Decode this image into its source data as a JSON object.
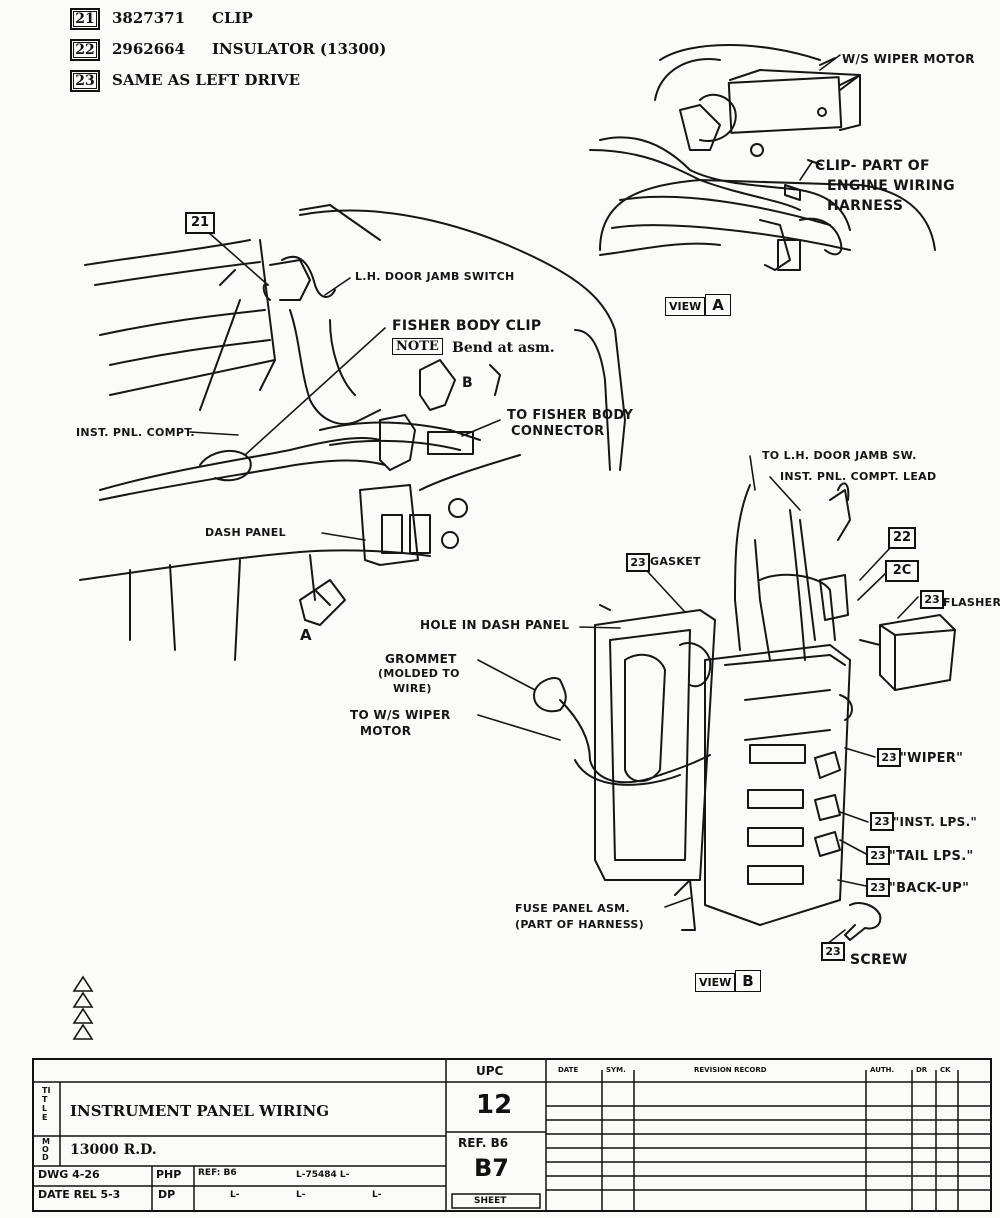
{
  "parts_list": [
    {
      "num": "21",
      "code": "3827371",
      "desc": "CLIP"
    },
    {
      "num": "22",
      "code": "2962664",
      "desc": "INSULATOR (13300)"
    },
    {
      "num": "23",
      "code": "",
      "desc": "SAME AS LEFT DRIVE"
    }
  ],
  "labels": {
    "wiper_motor": "W/S WIPER MOTOR",
    "clip_part_1": "CLIP- PART OF",
    "clip_part_2": "ENGINE WIRING",
    "clip_part_3": "HARNESS",
    "view_a": "VIEW",
    "view_a_letter": "A",
    "callout_21": "21",
    "lh_door_jamb": "L.H. DOOR JAMB SWITCH",
    "fisher_clip": "FISHER BODY CLIP",
    "note_tag": "NOTE",
    "note_text": "Bend at asm.",
    "arrow_b": "B",
    "to_fisher_1": "TO FISHER BODY",
    "to_fisher_2": "CONNECTOR",
    "inst_pnl": "INST. PNL. COMPT.",
    "dash_panel": "DASH PANEL",
    "arrow_a": "A",
    "to_lh_door": "TO L.H. DOOR JAMB SW.",
    "inst_pnl_lead": "INST. PNL. COMPT. LEAD",
    "callout_22": "22",
    "callout_2c": "2C",
    "callout_23_gasket": "23",
    "gasket": "GASKET",
    "callout_23_flasher": "23",
    "flasher": "FLASHER",
    "hole_dash": "HOLE IN DASH PANEL",
    "grommet_1": "GROMMET",
    "grommet_2": "(MOLDED TO",
    "grommet_3": "WIRE)",
    "to_wiper_1": "TO W/S WIPER",
    "to_wiper_2": "MOTOR",
    "callout_23_wiper": "23",
    "wiper": "\"WIPER\"",
    "callout_23_inst": "23",
    "inst_lps": "\"INST. LPS.\"",
    "callout_23_tail": "23",
    "tail_lps": "\"TAIL LPS.\"",
    "callout_23_backup": "23",
    "backup": "\"BACK-UP\"",
    "fuse_panel_1": "FUSE PANEL ASM.",
    "fuse_panel_2": "(PART OF HARNESS)",
    "callout_23_screw": "23",
    "screw": "SCREW",
    "view_b": "VIEW",
    "view_b_letter": "B"
  },
  "title_block": {
    "upc_label": "UPC",
    "upc_value": "12",
    "ref_label": "REF. B6",
    "ref_value": "B7",
    "sheet_label": "SHEET",
    "title_label": "TITLE",
    "title": "INSTRUMENT PANEL WIRING",
    "model_label": "MOD",
    "model": "13000 R.D.",
    "dwg": "DWG 4-26",
    "date": "DATE REL 5-3",
    "initials_1": "PHP",
    "initials_2": "DP",
    "ref_b6": "REF: B6",
    "l_dash_1": "L-",
    "drawing_no": "L-75484 L-",
    "l_dash_2": "L-",
    "l_dash_3": "L-",
    "rev_date": "DATE",
    "rev_sym": "SYM.",
    "rev_record": "REVISION RECORD",
    "rev_auth": "AUTH.",
    "rev_dr": "DR",
    "rev_ck": "CK"
  }
}
